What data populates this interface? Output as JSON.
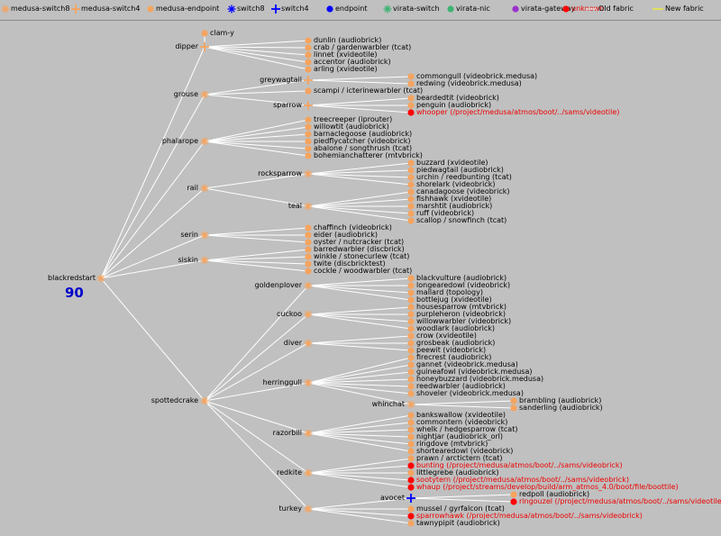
{
  "legend": [
    {
      "label": "medusa-switch8",
      "icon": "asterisk-icon",
      "color": "#f4a460"
    },
    {
      "label": "medusa-switch4",
      "icon": "plus-icon",
      "color": "#f4a460"
    },
    {
      "label": "medusa-endpoint",
      "icon": "dot-icon",
      "color": "#f4a460"
    },
    {
      "label": "switch8",
      "icon": "asterisk-icon",
      "color": "#0000ff"
    },
    {
      "label": "switch4",
      "icon": "plus-icon",
      "color": "#0000ff"
    },
    {
      "label": "endpoint",
      "icon": "dot-icon",
      "color": "#0000ff"
    },
    {
      "label": "virata-switch",
      "icon": "asterisk-icon",
      "color": "#3cb371"
    },
    {
      "label": "virata-nic",
      "icon": "dot-icon",
      "color": "#3cb371"
    },
    {
      "label": "virata-gateway",
      "icon": "dot-icon",
      "color": "#9932cc"
    },
    {
      "label": "unknown",
      "icon": "dot-icon",
      "color": "#ff0000",
      "text_color": "#ee0000"
    },
    {
      "label": "Old fabric",
      "icon": "line-icon",
      "color": "#ffffff"
    },
    {
      "label": "New fabric",
      "icon": "line-icon",
      "color": "#ffff00"
    }
  ],
  "root": {
    "label": "blackredstart",
    "count": "90"
  },
  "colors": {
    "medusa": "#f4a460",
    "switch": "#0000ff",
    "unknown": "#ff0000",
    "old_fabric": "#ffffff",
    "label_red": "#ee0000"
  },
  "tree": [
    {
      "label": "dipper",
      "type": "medusa-switch4",
      "children": [
        {
          "label": "clam-y",
          "type": "endpoint"
        },
        {
          "label": "dunlin (audiobrick)",
          "type": "endpoint"
        },
        {
          "label": "crab / gardenwarbler (tcat)",
          "type": "endpoint"
        },
        {
          "label": "linnet (xvideotile)",
          "type": "endpoint"
        },
        {
          "label": "accentor (audiobrick)",
          "type": "endpoint"
        },
        {
          "label": "arling (xvideotile)",
          "type": "endpoint"
        }
      ]
    },
    {
      "label": "grouse",
      "type": "medusa-switch8",
      "children": [
        {
          "label": "greywagtail",
          "type": "medusa-switch4",
          "children": [
            {
              "label": "commongull (videobrick.medusa)",
              "type": "endpoint"
            },
            {
              "label": "redwing (videobrick.medusa)",
              "type": "endpoint"
            }
          ]
        },
        {
          "label": "scampi / icterinewarbler (tcat)",
          "type": "endpoint"
        },
        {
          "label": "sparrow",
          "type": "medusa-switch4",
          "children": [
            {
              "label": "beardedtit (videobrick)",
              "type": "endpoint"
            },
            {
              "label": "penguin (audiobrick)",
              "type": "endpoint"
            },
            {
              "label": "whooper (/project/medusa/atmos/boot/../sams/videotile)",
              "type": "unknown"
            }
          ]
        }
      ]
    },
    {
      "label": "phalarope",
      "type": "medusa-switch8",
      "children": [
        {
          "label": "treecreeper (iprouter)",
          "type": "endpoint"
        },
        {
          "label": "willowtit (audiobrick)",
          "type": "endpoint"
        },
        {
          "label": "barnaclegoose (audiobrick)",
          "type": "endpoint"
        },
        {
          "label": "piedflycatcher (videobrick)",
          "type": "endpoint"
        },
        {
          "label": "abalone / songthrush (tcat)",
          "type": "endpoint"
        },
        {
          "label": "bohemianchatterer (mtvbrick)",
          "type": "endpoint"
        }
      ]
    },
    {
      "label": "rail",
      "type": "medusa-switch8",
      "children": [
        {
          "label": "rocksparrow",
          "type": "medusa-switch8",
          "children": [
            {
              "label": "buzzard (xvideotile)",
              "type": "endpoint"
            },
            {
              "label": "piedwagtail (audiobrick)",
              "type": "endpoint"
            },
            {
              "label": "urchin / reedbunting (tcat)",
              "type": "endpoint"
            },
            {
              "label": "shorelark (videobrick)",
              "type": "endpoint"
            }
          ]
        },
        {
          "label": "teal",
          "type": "medusa-switch8",
          "children": [
            {
              "label": "canadagoose (videobrick)",
              "type": "endpoint"
            },
            {
              "label": "fishhawk (xvideotile)",
              "type": "endpoint"
            },
            {
              "label": "marshtit (audiobrick)",
              "type": "endpoint"
            },
            {
              "label": "ruff (videobrick)",
              "type": "endpoint"
            },
            {
              "label": "scallop / snowfinch (tcat)",
              "type": "endpoint"
            }
          ]
        }
      ]
    },
    {
      "label": "serin",
      "type": "medusa-switch8",
      "children": [
        {
          "label": "chaffinch (videobrick)",
          "type": "endpoint"
        },
        {
          "label": "eider (audiobrick)",
          "type": "endpoint"
        },
        {
          "label": "oyster / nutcracker (tcat)",
          "type": "endpoint"
        }
      ]
    },
    {
      "label": "siskin",
      "type": "medusa-switch8",
      "children": [
        {
          "label": "barredwarbler (discbrick)",
          "type": "endpoint"
        },
        {
          "label": "winkle / stonecurlew (tcat)",
          "type": "endpoint"
        },
        {
          "label": "twite (discbricktest)",
          "type": "endpoint"
        },
        {
          "label": "cockle / woodwarbler (tcat)",
          "type": "endpoint"
        }
      ]
    },
    {
      "label": "spottedcrake",
      "type": "medusa-switch8",
      "children": [
        {
          "label": "goldenplover",
          "type": "medusa-switch8",
          "children": [
            {
              "label": "blackvulture (audiobrick)",
              "type": "endpoint"
            },
            {
              "label": "longearedowl (videobrick)",
              "type": "endpoint"
            },
            {
              "label": "mallard (topology)",
              "type": "endpoint"
            },
            {
              "label": "bottlejug (xvideotile)",
              "type": "endpoint"
            }
          ]
        },
        {
          "label": "cuckoo",
          "type": "medusa-switch8",
          "children": [
            {
              "label": "housesparrow (mtvbrick)",
              "type": "endpoint"
            },
            {
              "label": "purpleheron (videobrick)",
              "type": "endpoint"
            },
            {
              "label": "willowwarbler (videobrick)",
              "type": "endpoint"
            },
            {
              "label": "woodlark (audiobrick)",
              "type": "endpoint"
            }
          ]
        },
        {
          "label": "diver",
          "type": "medusa-switch8",
          "children": [
            {
              "label": "crow (xvideotile)",
              "type": "endpoint"
            },
            {
              "label": "grosbeak (audiobrick)",
              "type": "endpoint"
            },
            {
              "label": "peewit (videobrick)",
              "type": "endpoint"
            }
          ]
        },
        {
          "label": "herringgull",
          "type": "medusa-switch8",
          "children": [
            {
              "label": "firecrest (audiobrick)",
              "type": "endpoint"
            },
            {
              "label": "gannet (videobrick.medusa)",
              "type": "endpoint"
            },
            {
              "label": "guineafowl (videobrick.medusa)",
              "type": "endpoint"
            },
            {
              "label": "honeybuzzard (videobrick.medusa)",
              "type": "endpoint"
            },
            {
              "label": "reedwarbler (audiobrick)",
              "type": "endpoint"
            },
            {
              "label": "shoveler (videobrick.medusa)",
              "type": "endpoint"
            },
            {
              "label": "whinchat",
              "type": "medusa-switch8",
              "children": [
                {
                  "label": "brambling (audiobrick)",
                  "type": "endpoint"
                },
                {
                  "label": "sanderling (audiobrick)",
                  "type": "endpoint"
                }
              ]
            }
          ]
        },
        {
          "label": "razorbill",
          "type": "medusa-switch8",
          "children": [
            {
              "label": "bankswallow (xvideotile)",
              "type": "endpoint"
            },
            {
              "label": "commontern (videobrick)",
              "type": "endpoint"
            },
            {
              "label": "whelk / hedgesparrow (tcat)",
              "type": "endpoint"
            },
            {
              "label": "nightjar (audiobrick_orl)",
              "type": "endpoint"
            },
            {
              "label": "ringdove (mtvbrick)",
              "type": "endpoint"
            },
            {
              "label": "shortearedowl (videobrick)",
              "type": "endpoint"
            }
          ]
        },
        {
          "label": "redkite",
          "type": "medusa-switch8",
          "children": [
            {
              "label": "prawn / arctictern (tcat)",
              "type": "endpoint"
            },
            {
              "label": "bunting (/project/medusa/atmos/boot/../sams/videobrick)",
              "type": "unknown"
            },
            {
              "label": "littlegrebe (audiobrick)",
              "type": "endpoint"
            },
            {
              "label": "sootytern (/project/medusa/atmos/boot/../sams/videobrick)",
              "type": "unknown"
            },
            {
              "label": "whaup (/project/streams/develop/build/arm_atmos_4.0/boot/file/boottile)",
              "type": "unknown"
            }
          ]
        },
        {
          "label": "turkey",
          "type": "medusa-switch8",
          "children": [
            {
              "label": "avocet",
              "type": "switch4",
              "children": [
                {
                  "label": "redpoll (audiobrick)",
                  "type": "endpoint"
                },
                {
                  "label": "ringouzel (/project/medusa/atmos/boot/../sams/videotile)",
                  "type": "unknown"
                }
              ]
            },
            {
              "label": "mussel / gyrfalcon (tcat)",
              "type": "endpoint"
            },
            {
              "label": "sparrowhawk (/project/medusa/atmos/boot/../sams/videobrick)",
              "type": "unknown"
            },
            {
              "label": "tawnypipit (audiobrick)",
              "type": "endpoint"
            }
          ]
        }
      ]
    }
  ]
}
